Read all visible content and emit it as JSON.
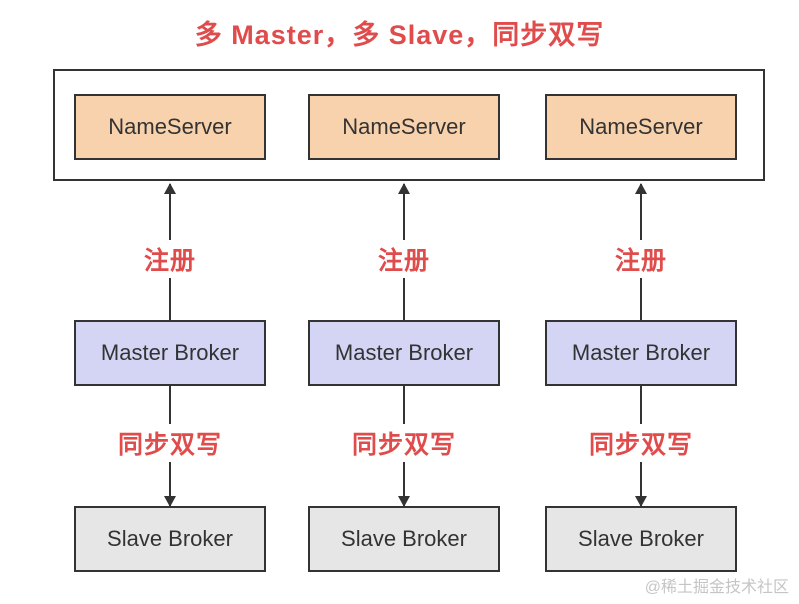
{
  "title": "多 Master，多 Slave，同步双写",
  "watermark": "@稀土掘金技术社区",
  "colors": {
    "title_red": "#e04c4c",
    "edge_label_red": "#e04c4c",
    "nameserver_fill": "#f8d2ac",
    "master_broker_fill": "#d4d4f4",
    "slave_broker_fill": "#e6e6e6",
    "node_border": "#333333",
    "arrow_line": "#333333",
    "watermark_gray": "#c5c5c5",
    "background": "#ffffff"
  },
  "nameserver_cluster": {
    "nodes": [
      {
        "label": "NameServer"
      },
      {
        "label": "NameServer"
      },
      {
        "label": "NameServer"
      }
    ]
  },
  "columns": [
    {
      "register_label": "注册",
      "register_arrow_direction": "up",
      "master_label": "Master Broker",
      "sync_label": "同步双写",
      "sync_arrow_direction": "down",
      "slave_label": "Slave Broker"
    },
    {
      "register_label": "注册",
      "register_arrow_direction": "up",
      "master_label": "Master Broker",
      "sync_label": "同步双写",
      "sync_arrow_direction": "down",
      "slave_label": "Slave Broker"
    },
    {
      "register_label": "注册",
      "register_arrow_direction": "up",
      "master_label": "Master Broker",
      "sync_label": "同步双写",
      "sync_arrow_direction": "down",
      "slave_label": "Slave Broker"
    }
  ]
}
